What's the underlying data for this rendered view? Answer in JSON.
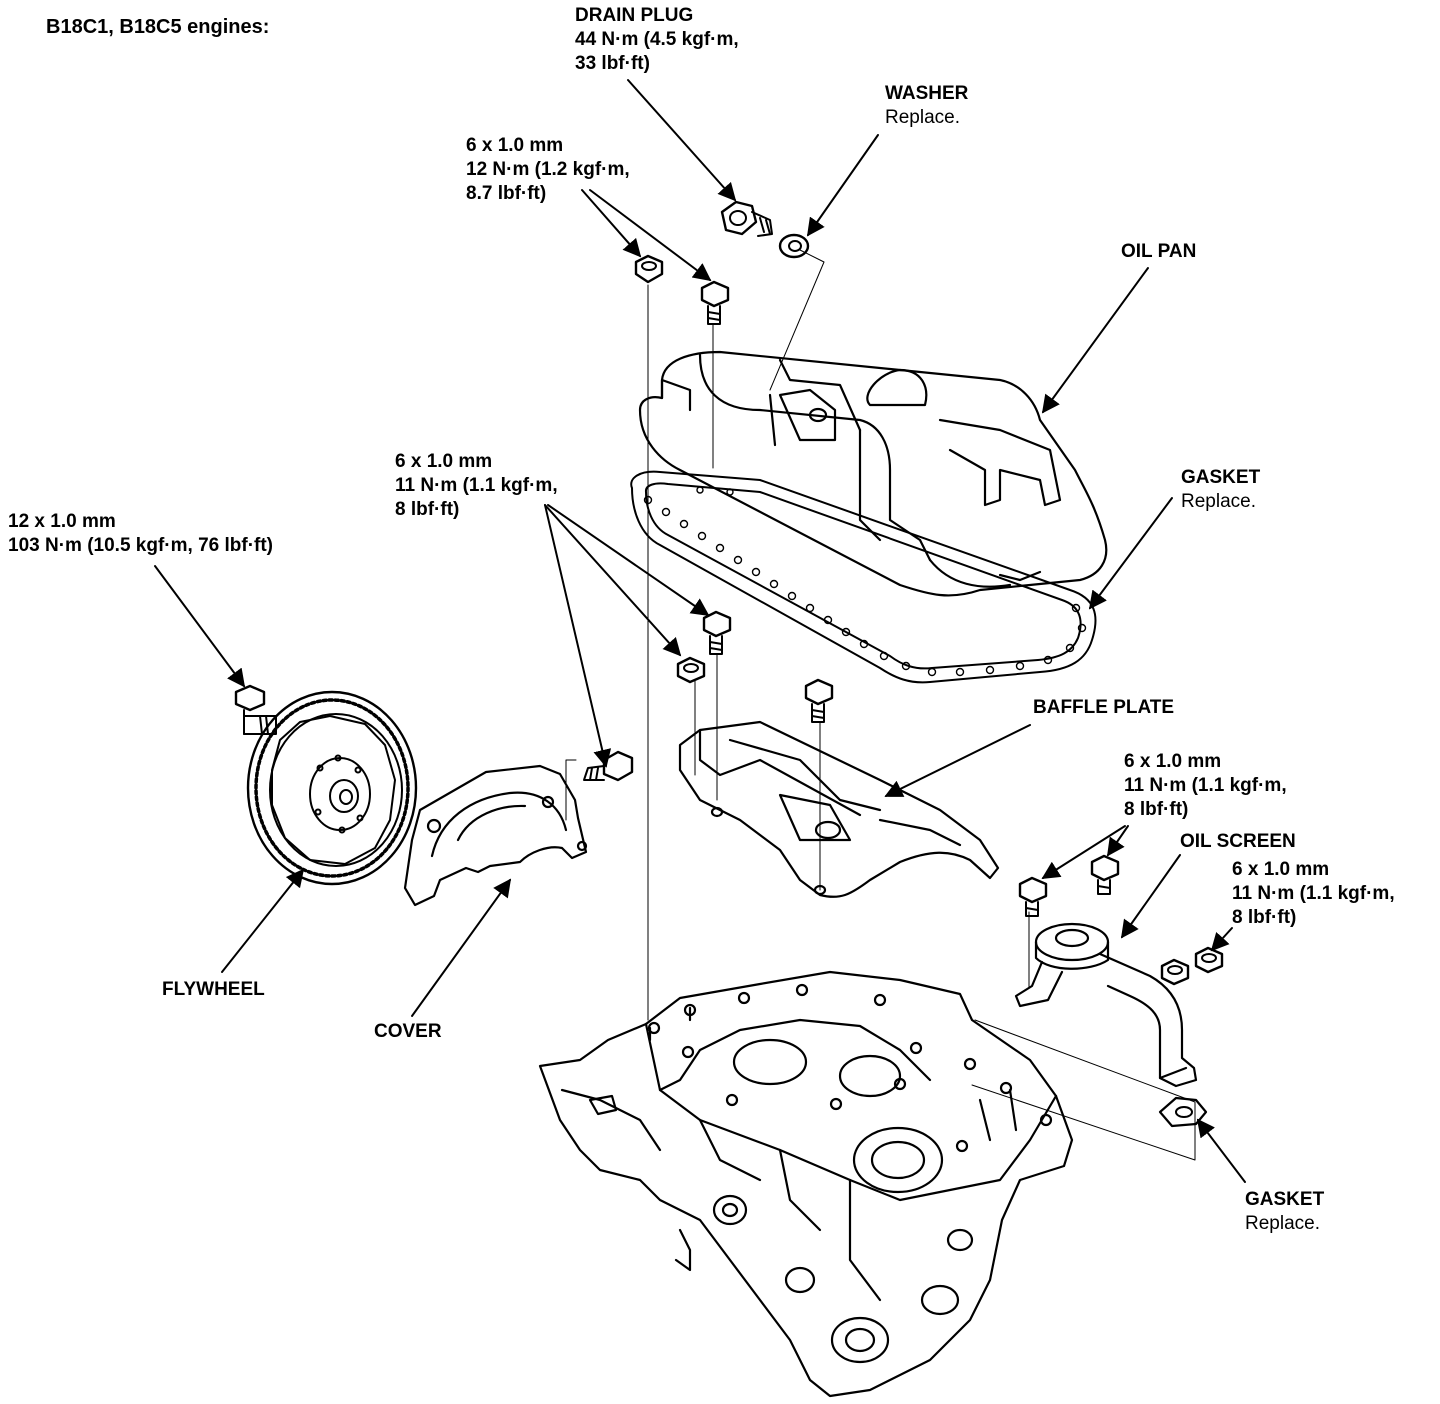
{
  "title": "B18C1, B18C5 engines:",
  "labels": {
    "drain_plug": {
      "line1": "DRAIN PLUG",
      "line2": "44 N·m (4.5 kgf·m,",
      "line3": "33 lbf·ft)"
    },
    "washer": {
      "name": "WASHER",
      "note": "Replace."
    },
    "oil_pan_bolt": {
      "line1": "6 x 1.0 mm",
      "line2": "12 N·m (1.2 kgf·m,",
      "line3": "8.7 lbf·ft)"
    },
    "oil_pan": {
      "name": "OIL PAN"
    },
    "gasket_pan": {
      "name": "GASKET",
      "note": "Replace."
    },
    "baffle_bolt": {
      "line1": "6 x 1.0 mm",
      "line2": "11 N·m (1.1 kgf·m,",
      "line3": "8 lbf·ft)"
    },
    "flywheel_bolt": {
      "line1": "12 x 1.0 mm",
      "line2": "103 N·m (10.5 kgf·m, 76 lbf·ft)"
    },
    "baffle_plate": {
      "name": "BAFFLE PLATE"
    },
    "screen_bolt": {
      "line1": "6 x 1.0 mm",
      "line2": "11 N·m (1.1 kgf·m,",
      "line3": "8 lbf·ft)"
    },
    "oil_screen": {
      "name": "OIL SCREEN"
    },
    "screen_nut": {
      "line1": "6 x 1.0 mm",
      "line2": "11 N·m (1.1 kgf·m,",
      "line3": "8 lbf·ft)"
    },
    "flywheel": {
      "name": "FLYWHEEL"
    },
    "cover": {
      "name": "COVER"
    },
    "gasket_screen": {
      "name": "GASKET",
      "note": "Replace."
    }
  }
}
